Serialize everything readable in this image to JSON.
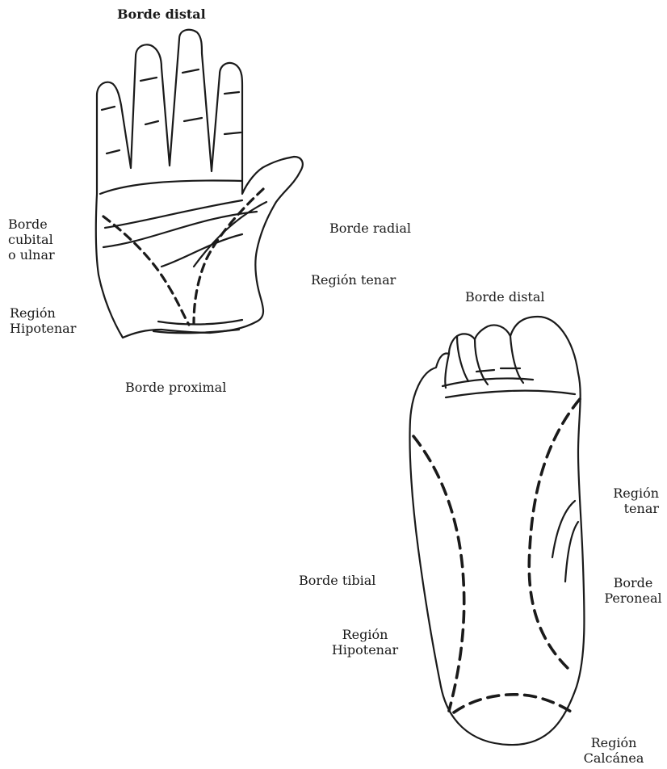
{
  "hand": {
    "labels": {
      "distal": "Borde distal",
      "ulnar": "Borde\ncubital\no ulnar",
      "radial": "Borde radial",
      "thenar": "Región tenar",
      "hypothenar": "Región\nHipotenar",
      "proximal": "Borde proximal"
    }
  },
  "foot": {
    "labels": {
      "distal": "Borde distal",
      "thenar": "Región\ntenar",
      "tibial": "Borde tibial",
      "peroneal": "Borde\nPeroneal",
      "hypothenar": "Región\nHipotenar",
      "calcaneal": "Región\nCalcánea"
    }
  }
}
